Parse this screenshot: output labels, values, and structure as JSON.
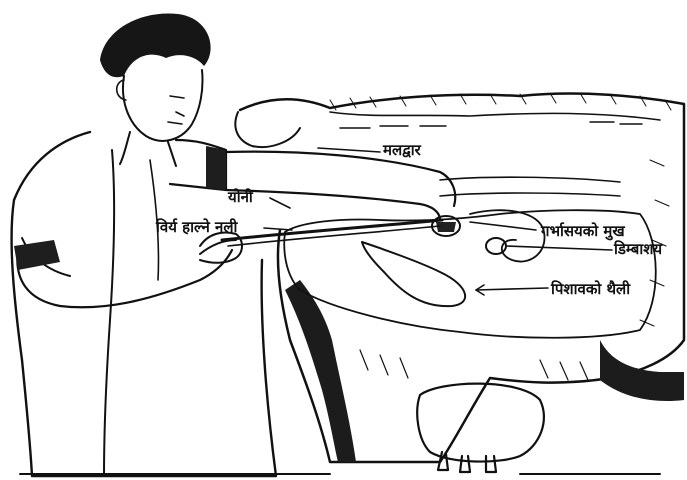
{
  "labels": {
    "rectum": "मलद्वार",
    "vagina": "योनी",
    "semen_tube": "विर्य हाल्ने नली",
    "cervix": "गर्भासयको मुख",
    "ovary": "डिम्बाशय",
    "bladder": "पिशावको थैली"
  },
  "colors": {
    "ink": "#111111",
    "paper": "#ffffff"
  }
}
